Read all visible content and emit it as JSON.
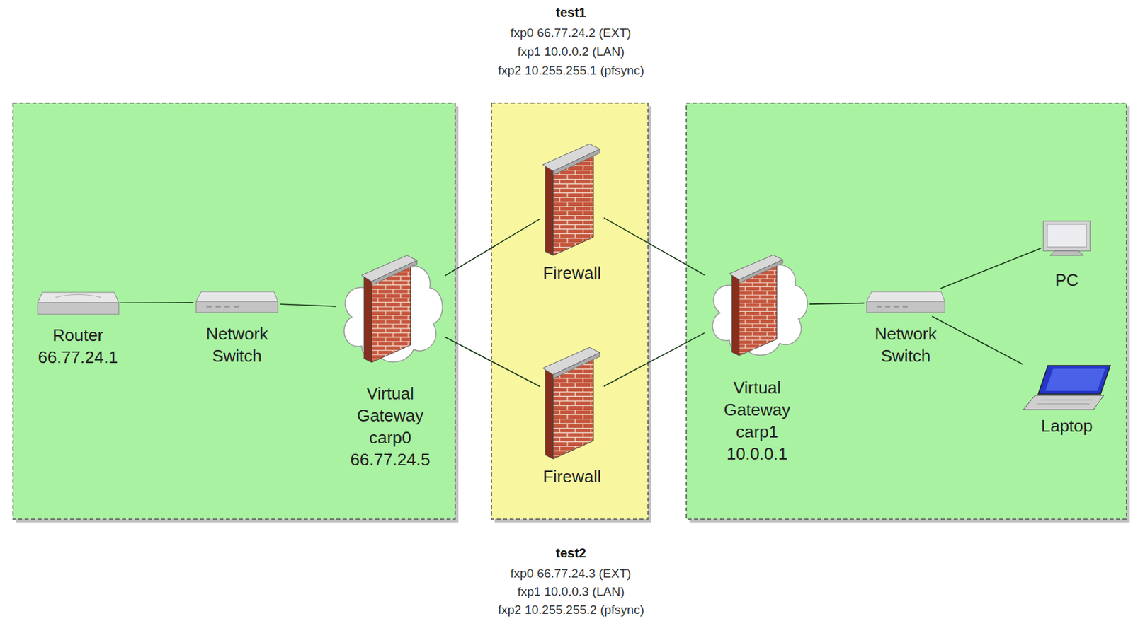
{
  "diagram": {
    "nodes": [
      {
        "text": [
          "Router",
          "66.77.24.1"
        ]
      },
      {
        "text": [
          "Network Switch"
        ]
      },
      {
        "text": [
          "Virtual Gateway",
          "carp0",
          "66.77.24.5"
        ]
      },
      {
        "text": [
          "Firewall"
        ]
      },
      {
        "text": [
          "Firewall"
        ]
      },
      {
        "text": [
          "Virtual Gateway",
          "carp1",
          "10.0.0.1"
        ]
      },
      {
        "text": [
          "Network Switch"
        ]
      },
      {
        "text": [
          "PC"
        ]
      },
      {
        "text": [
          "Laptop"
        ]
      }
    ],
    "edges": [
      {
        "from": 0,
        "to": 1,
        "arrow": "none"
      },
      {
        "from": 1,
        "to": 2,
        "arrow": "none"
      },
      {
        "from": 2,
        "to": 3,
        "arrow": "none"
      },
      {
        "from": 2,
        "to": 4,
        "arrow": "none"
      },
      {
        "from": 3,
        "to": 5,
        "arrow": "none"
      },
      {
        "from": 4,
        "to": 5,
        "arrow": "none"
      },
      {
        "from": 5,
        "to": 6,
        "arrow": "none"
      },
      {
        "from": 6,
        "to": 7,
        "arrow": "none"
      },
      {
        "from": 6,
        "to": 8,
        "arrow": "none"
      }
    ],
    "labels": [
      "test1",
      "fxp0 66.77.24.2 (EXT)",
      "fxp1 10.0.0.2 (LAN)",
      "fxp2 10.255.255.1 (pfsync)",
      "test2",
      "fxp0 66.77.24.3 (EXT)",
      "fxp1 10.0.0.3 (LAN)",
      "fxp2 10.255.255.2 (pfsync)"
    ]
  }
}
